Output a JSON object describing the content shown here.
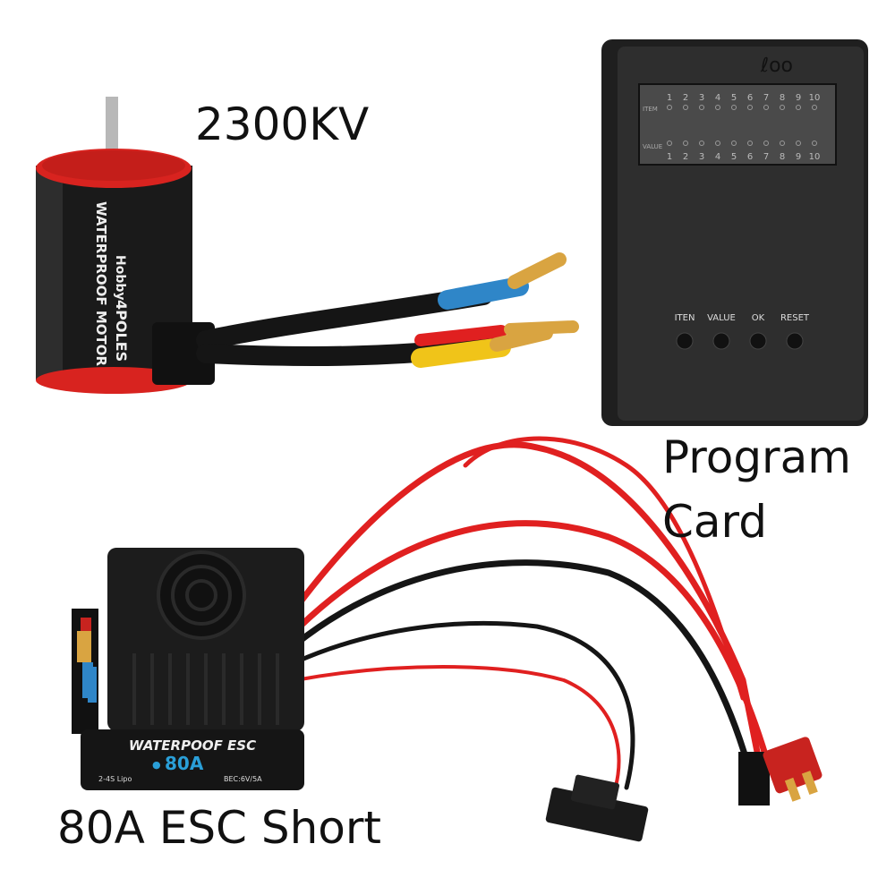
{
  "captions": {
    "motor_kv": "2300KV",
    "program_card_line1": "Program",
    "program_card_line2": "Card",
    "esc": "80A ESC Short"
  },
  "motor": {
    "brand": "Hobby",
    "poles": "4POLES",
    "label": "WATERPROOF MOTOR",
    "colors": {
      "body": "#1a1a1a",
      "cap": "#d8231f",
      "wire_blue": "#2f86c8",
      "wire_yellow": "#f0c419",
      "connector": "#d9a441"
    }
  },
  "program_card": {
    "logo": "ℓoo",
    "row_item_label": "ITEM",
    "row_value_label": "VALUE",
    "numbers": [
      "1",
      "2",
      "3",
      "4",
      "5",
      "6",
      "7",
      "8",
      "9",
      "10"
    ],
    "buttons": [
      "ITEN",
      "VALUE",
      "OK",
      "RESET"
    ],
    "colors": {
      "body": "#2b2b2b",
      "display": "#4a4a4a"
    }
  },
  "esc": {
    "title": "WATERPOOF ESC",
    "rating": "80A",
    "cells": "2-4S Lipo",
    "bec": "BEC:6V/5A",
    "colors": {
      "body": "#1c1c1c",
      "accent": "#2a9fd8",
      "wire_red": "#e02020",
      "plug": "#c8231f"
    }
  }
}
